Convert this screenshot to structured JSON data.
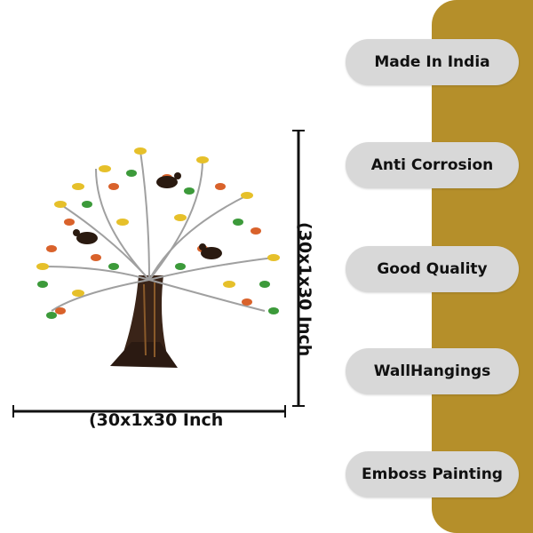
{
  "features": [
    {
      "label": "Made In India"
    },
    {
      "label": "Anti Corrosion"
    },
    {
      "label": "Good Quality"
    },
    {
      "label": "WallHangings"
    },
    {
      "label": "Emboss Painting"
    }
  ],
  "dimensions": {
    "width_label": "(30x1x30 Inch",
    "height_label": "(30x1x30 Inch"
  },
  "colors": {
    "panel": "#b58f2a",
    "pill": "#d8d8d8"
  }
}
